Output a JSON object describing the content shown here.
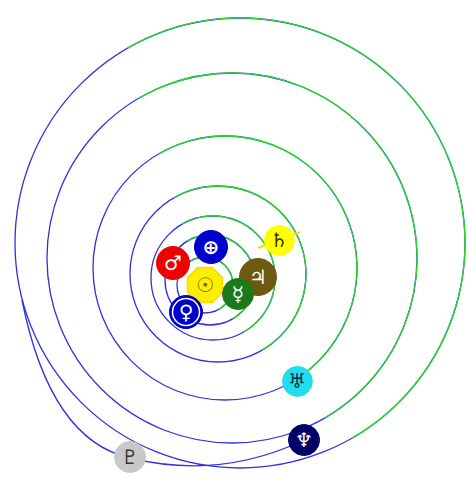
{
  "diagram": {
    "nodes": [
      {
        "text": [
          "♄"
        ]
      },
      {
        "text": [
          "⊕"
        ]
      },
      {
        "text": [
          "♂"
        ]
      },
      {
        "text": [
          "♃"
        ]
      },
      {
        "text": [
          "☉"
        ]
      },
      {
        "text": [
          "☿"
        ]
      },
      {
        "text": [
          "♀"
        ]
      },
      {
        "text": [
          "♅"
        ]
      },
      {
        "text": [
          "♆"
        ]
      },
      {
        "text": [
          "♇"
        ]
      }
    ]
  }
}
